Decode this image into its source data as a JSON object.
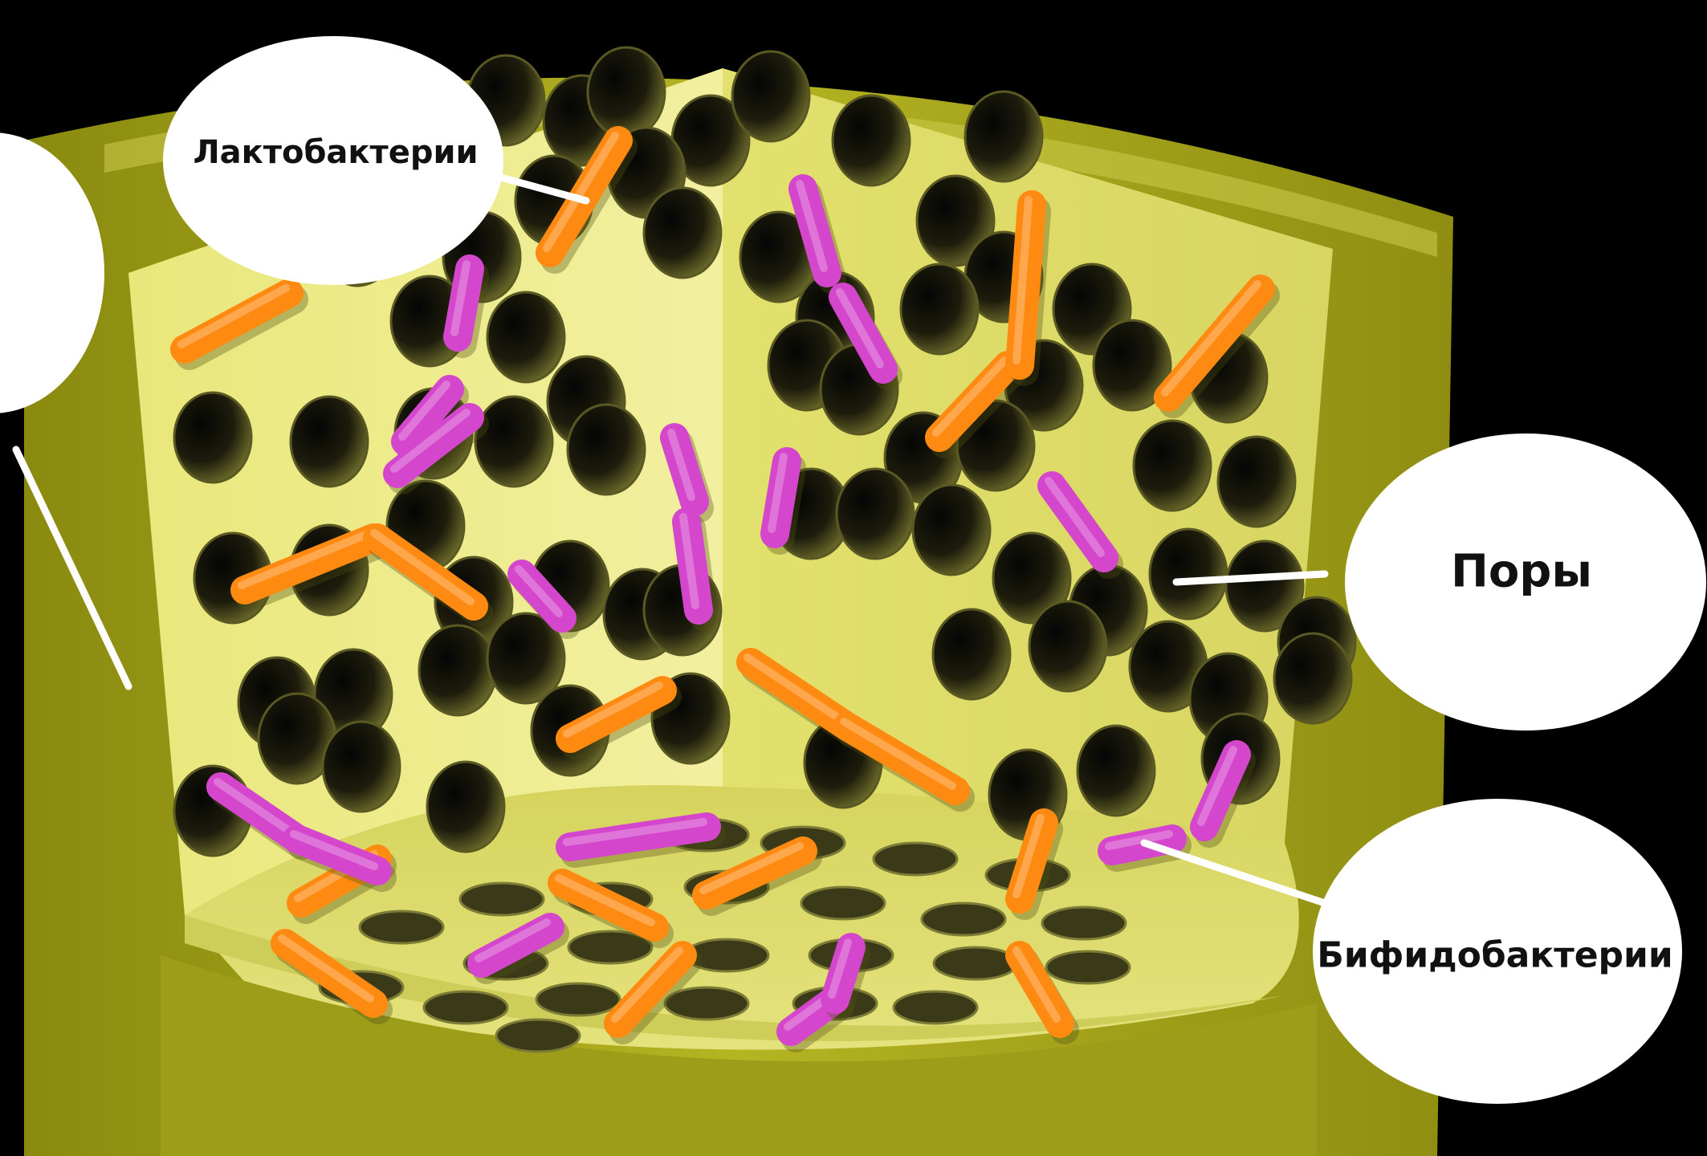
{
  "labels": {
    "lactobacteria": "Лактобактерии",
    "pores": "Поры",
    "bifidobacteria": "Бифидобактерии"
  },
  "colors": {
    "background": "#000000",
    "outer_wall": "#a6a51a",
    "inner_surface": "#e8e67a",
    "pore": "#1c1c10",
    "lactobacteria": "#ff8a12",
    "bifidobacteria": "#d447cc",
    "callout_fill": "#ffffff"
  }
}
